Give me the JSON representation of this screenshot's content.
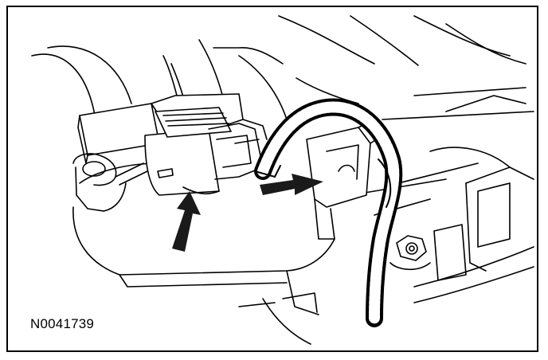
{
  "figure": {
    "id_label": "N0041739"
  },
  "colors": {
    "line": "#000000",
    "background": "#ffffff",
    "dark_fill": "#1a1a1a"
  },
  "icons": {
    "arrow_upper": "arrow-icon",
    "arrow_lower": "arrow-icon",
    "nut": "hex-nut-icon",
    "harness": "corrugated-wire-harness",
    "connector": "electrical-connector"
  }
}
